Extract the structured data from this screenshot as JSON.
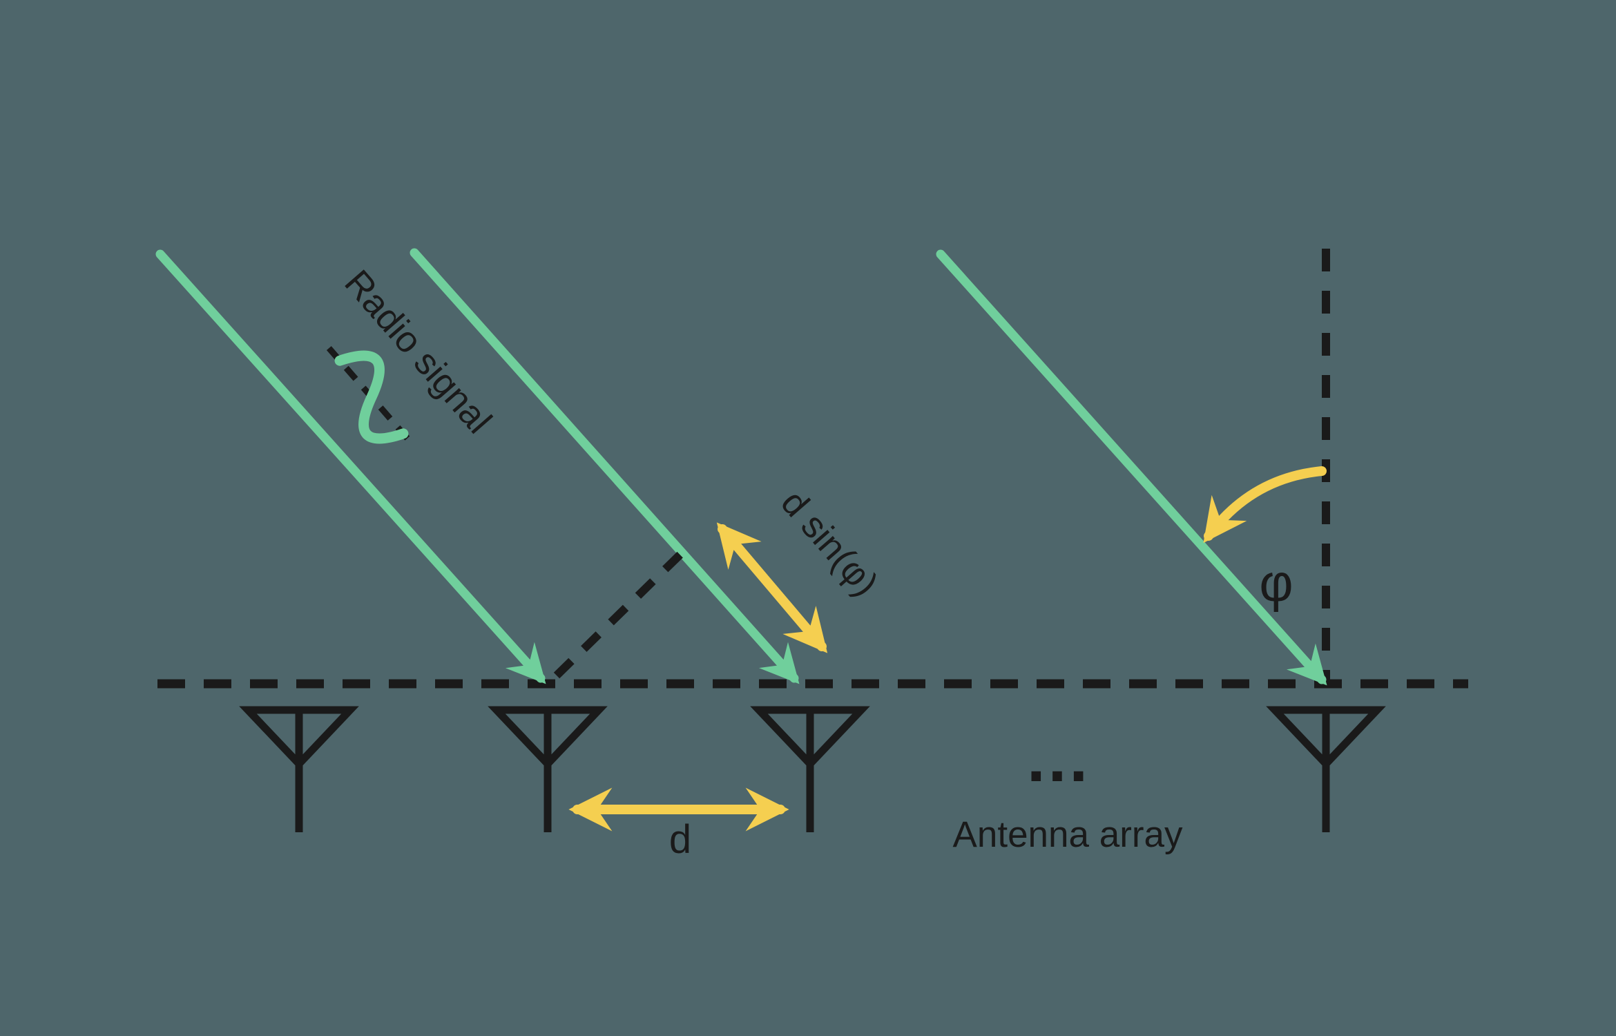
{
  "labels": {
    "radio_signal": "Radio signal",
    "d_sin_phi": "d sin(φ)",
    "phi": "φ",
    "d": "d",
    "antenna_array": "Antenna array",
    "ellipsis": "..."
  },
  "colors": {
    "background": "#4e666b",
    "signal_green": "#70cf9c",
    "accent_yellow": "#f5cf50",
    "ink": "#1a1a1a"
  },
  "icons": {
    "signal_arrow": "signal-arrow-icon",
    "sine_wave": "sine-wave-icon",
    "antenna": "antenna-icon",
    "double_arrow": "double-arrow-icon",
    "curved_angle_arrow": "curved-arrow-icon"
  },
  "diagram": {
    "antenna_count": 4,
    "signal_ray_count": 3
  }
}
